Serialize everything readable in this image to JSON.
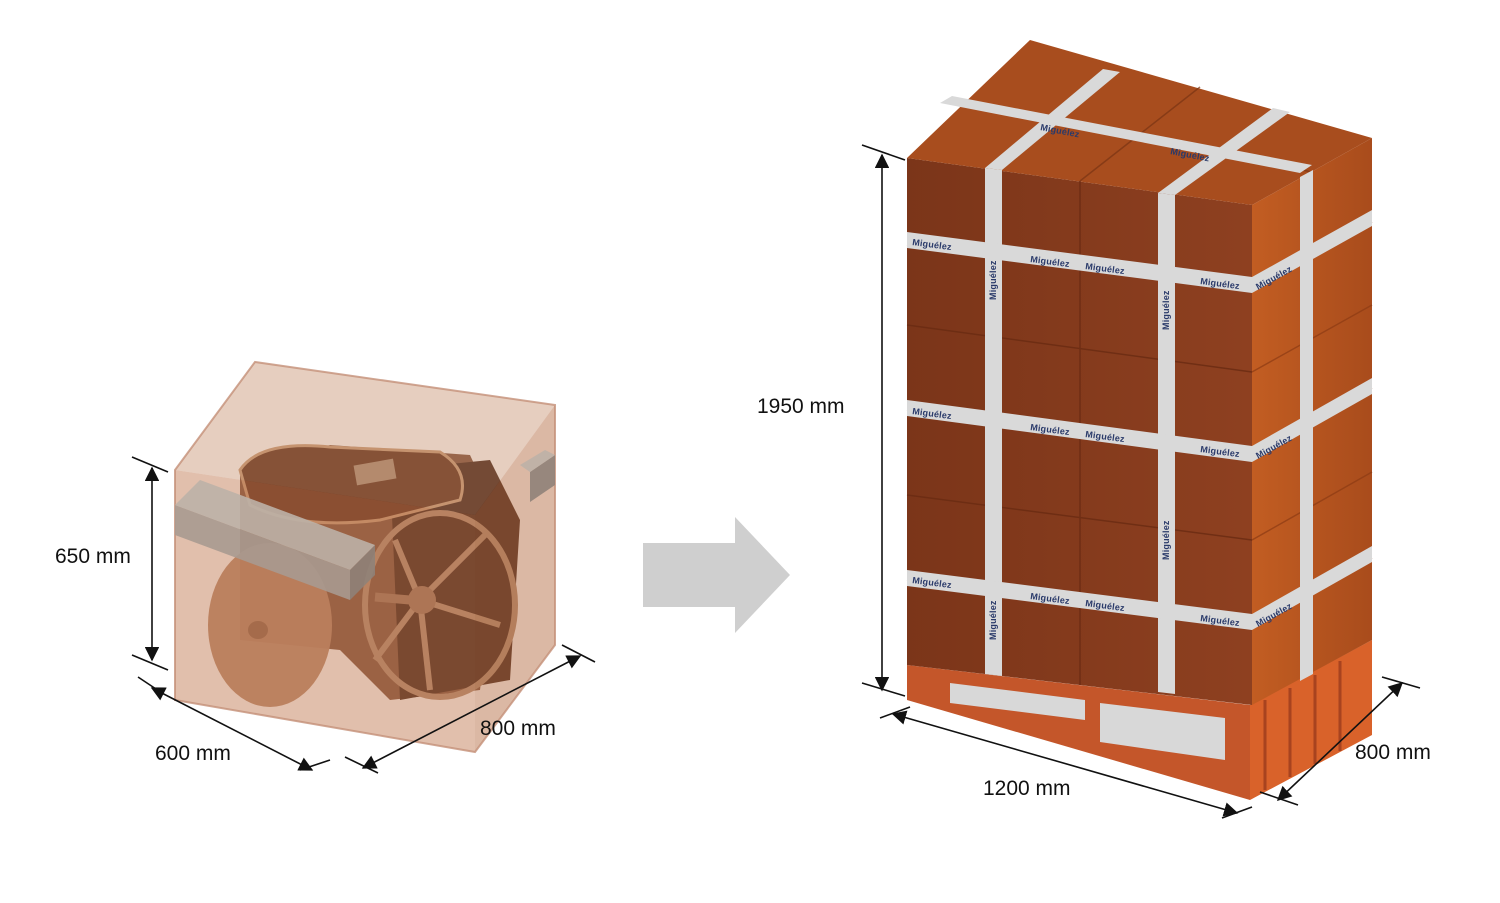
{
  "left_package": {
    "height_label": "650 mm",
    "width_label": "600 mm",
    "depth_label": "800 mm"
  },
  "pallet": {
    "height_label": "1950 mm",
    "width_label": "1200 mm",
    "depth_label": "800 mm",
    "tape_brand": "Miguélez"
  },
  "colors": {
    "box_front": "#8a3d1f",
    "box_side": "#b5541f",
    "box_top": "#a84d1e",
    "tape": "#d9d9d9",
    "tape_text": "#2a3a6a",
    "arrow": "#cfcfcf",
    "crate_translucent": "#c48a66"
  }
}
